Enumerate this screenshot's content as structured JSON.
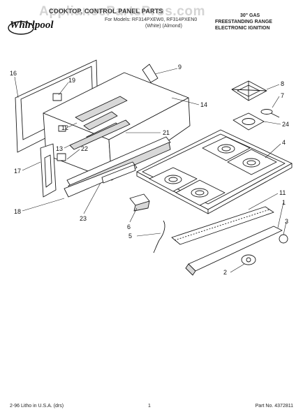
{
  "header": {
    "brand": "Whirlpool",
    "title": "COOKTOP, CONTROL PANEL PARTS",
    "models": "For Models: RF314PXEW0, RF314PXEN0",
    "colors": "(White)   (Almond)",
    "right_line1": "30\" GAS",
    "right_line2": "FREESTANDING RANGE",
    "right_line3": "ELECTRONIC IGNITION"
  },
  "watermark": "AppliancePartsPros.com",
  "footer": {
    "left": "2-96 Litho in U.S.A. (drs)",
    "page": "1",
    "part_no": "Part No. 4372811"
  },
  "callouts": [
    "16",
    "19",
    "9",
    "8",
    "7",
    "12",
    "14",
    "21",
    "24",
    "13",
    "22",
    "4",
    "17",
    "11",
    "1",
    "3",
    "18",
    "23",
    "6",
    "5",
    "2"
  ],
  "colors": {
    "line": "#1a1a1a",
    "fill": "#ffffff",
    "shade": "#d8d8d8"
  }
}
